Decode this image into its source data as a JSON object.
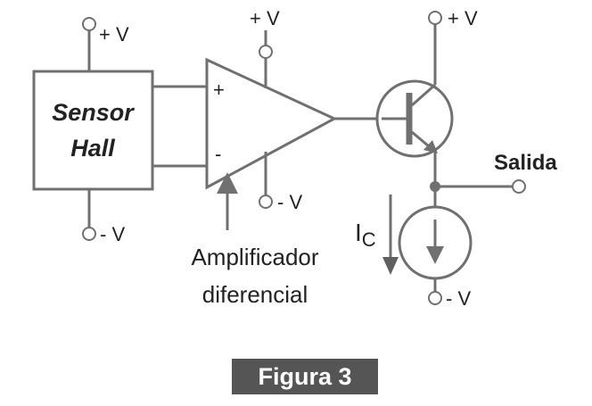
{
  "sensor": {
    "line1": "Sensor",
    "line2": "Hall"
  },
  "opamp": {
    "plus": "+",
    "minus": "-",
    "label_line1": "Amplificador",
    "label_line2": "diferencial"
  },
  "supplies": {
    "positive": "+ V",
    "negative": "- V"
  },
  "output": {
    "label": "Salida"
  },
  "current": {
    "label": "I",
    "subscript": "C"
  },
  "caption": {
    "text": "Figura 3",
    "background": "#555555",
    "color": "#ffffff"
  },
  "colors": {
    "line": "#707070",
    "arrow": "#606060",
    "text": "#222222"
  }
}
